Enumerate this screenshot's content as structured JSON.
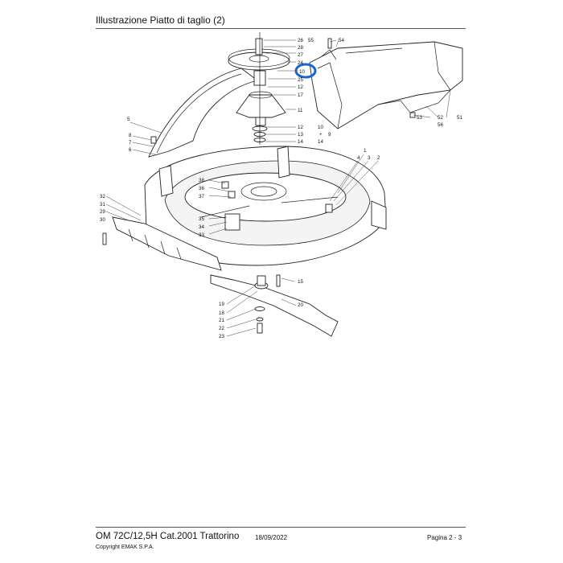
{
  "header": {
    "title": "Illustrazione  Piatto di taglio (2)"
  },
  "footer": {
    "model": "OM 72C/12,5H Cat.2001 Trattorino",
    "date": "18/09/2022",
    "page": "Pagina 2 - 3",
    "copyright": "Copyright EMAK S.P.A."
  },
  "highlight": {
    "color": "#1a66c8",
    "part": "10"
  },
  "callouts": {
    "c26": "26",
    "c55": "55",
    "c54": "54",
    "c28": "28",
    "c27": "27",
    "c24": "24",
    "c10a": "10",
    "c25": "25",
    "c12a": "12",
    "c17": "17",
    "c11": "11",
    "c12b": "12",
    "c10b": "10",
    "c13": "13",
    "plus": "+",
    "c9": "9",
    "c14a": "14",
    "c14b": "14",
    "c53": "53",
    "c52": "52",
    "c51": "51",
    "c56": "56",
    "c5": "5",
    "c8": "8",
    "c7": "7",
    "c6": "6",
    "c1": "1",
    "c4": "4",
    "c3": "3",
    "c2": "2",
    "c38": "38",
    "c36": "36",
    "c37": "37",
    "c32": "32",
    "c31": "31",
    "c29": "29",
    "c30": "30",
    "c35": "35",
    "c34": "34",
    "c33": "33",
    "c15": "15",
    "c19": "19",
    "c18": "18",
    "c20": "20",
    "c21": "21",
    "c22": "22",
    "c23": "23"
  }
}
